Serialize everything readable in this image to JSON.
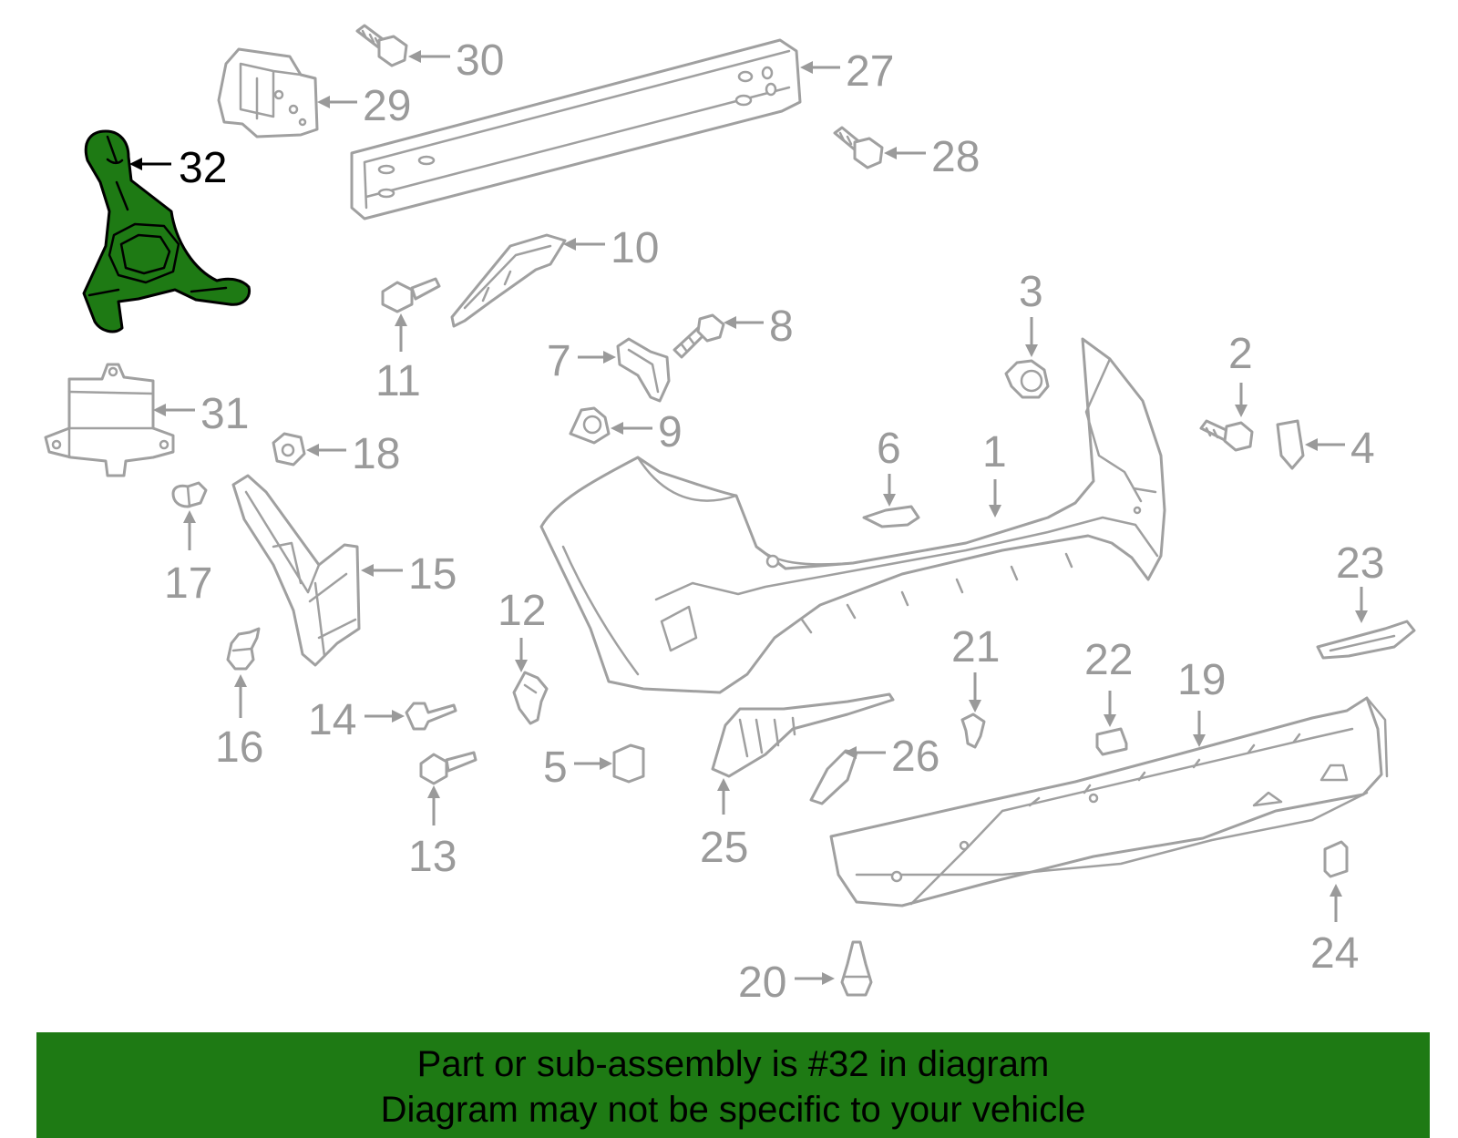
{
  "diagram": {
    "highlighted_part": "32",
    "callouts": [
      "1",
      "2",
      "3",
      "4",
      "5",
      "6",
      "7",
      "8",
      "9",
      "10",
      "11",
      "12",
      "13",
      "14",
      "15",
      "16",
      "17",
      "18",
      "19",
      "20",
      "21",
      "22",
      "23",
      "24",
      "25",
      "26",
      "27",
      "28",
      "29",
      "30",
      "31",
      "32"
    ],
    "colors": {
      "highlight": "#1e7a14",
      "outline": "#a0a0a0",
      "label": "#9a9a9a"
    }
  },
  "banner": {
    "line1": "Part or sub-assembly is #32 in diagram",
    "line2": "Diagram may not be specific to your vehicle"
  }
}
